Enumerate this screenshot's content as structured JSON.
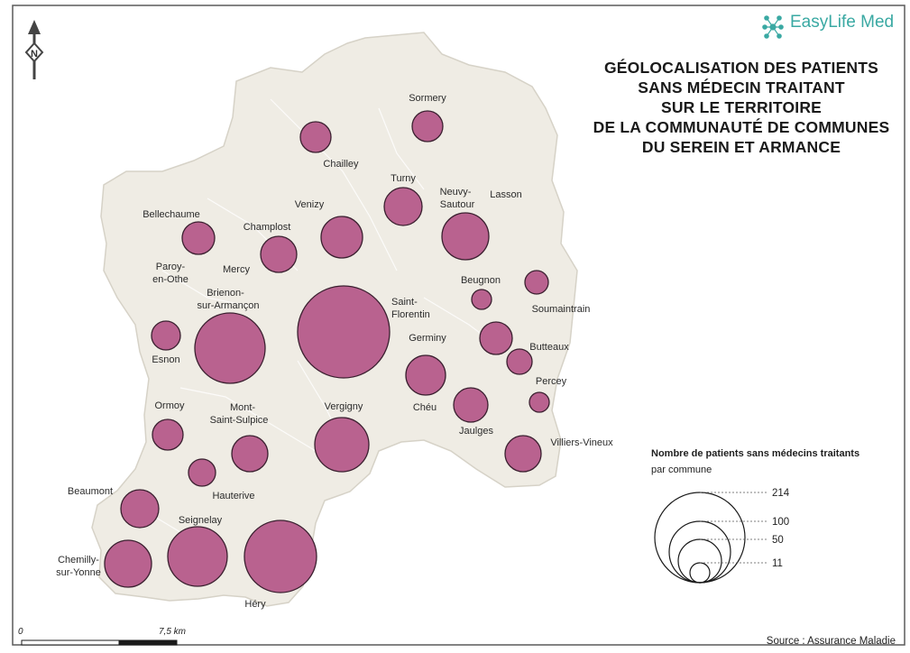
{
  "brand": {
    "name": "EasyLife Med",
    "logo_icon": "molecule-cross-logo-icon",
    "color": "#3aa9a3"
  },
  "title_lines": [
    "GÉOLOCALISATION DES PATIENTS",
    "SANS MÉDECIN TRAITANT",
    "SUR LE TERRITOIRE",
    "DE LA COMMUNAUTÉ DE COMMUNES",
    "DU SEREIN ET ARMANCE"
  ],
  "north_arrow": {
    "letter": "N",
    "icon": "north-arrow-icon"
  },
  "colors": {
    "bubble_fill": "#b9628f",
    "bubble_stroke": "#3b2030",
    "territory_fill": "#efece4",
    "territory_stroke": "#d8d4ca",
    "background": "#ffffff"
  },
  "communes": {
    "sormery": "Sormery",
    "chailley": "Chailley",
    "turny": "Turny",
    "neuvy_sautour": [
      "Neuvy-",
      "Sautour"
    ],
    "lasson": "Lasson",
    "venizy": "Venizy",
    "bellechaume": "Bellechaume",
    "champlost": "Champlost",
    "mercy": "Mercy",
    "paroy_en_othe": [
      "Paroy-",
      "en-Othe"
    ],
    "brienon_sur_armancon": [
      "Brienon-",
      "sur-Armançon"
    ],
    "beugnon": "Beugnon",
    "soumaintrain": "Soumaintrain",
    "saint_florentin": [
      "Saint-",
      "Florentin"
    ],
    "germiny": "Germiny",
    "butteaux": "Butteaux",
    "esnon": "Esnon",
    "percey": "Percey",
    "ormoy": "Ormoy",
    "mont_saint_sulpice": [
      "Mont-",
      "Saint-Sulpice"
    ],
    "vergigny": "Vergigny",
    "cheu": "Chéu",
    "jaulges": "Jaulges",
    "villiers_vineux": "Villiers-Vineux",
    "hauterive": "Hauterive",
    "beaumont": "Beaumont",
    "seignelay": "Seignelay",
    "chemilly_sur_yonne": [
      "Chemilly-",
      "sur-Yonne"
    ],
    "hery": "Héry"
  },
  "legend": {
    "title": "Nombre de patients sans médecins traitants",
    "subtitle": "par commune",
    "values": [
      "214",
      "100",
      "50",
      "11"
    ]
  },
  "scale": {
    "start": "0",
    "end": "7,5 km"
  },
  "source": "Source : Assurance Maladie"
}
